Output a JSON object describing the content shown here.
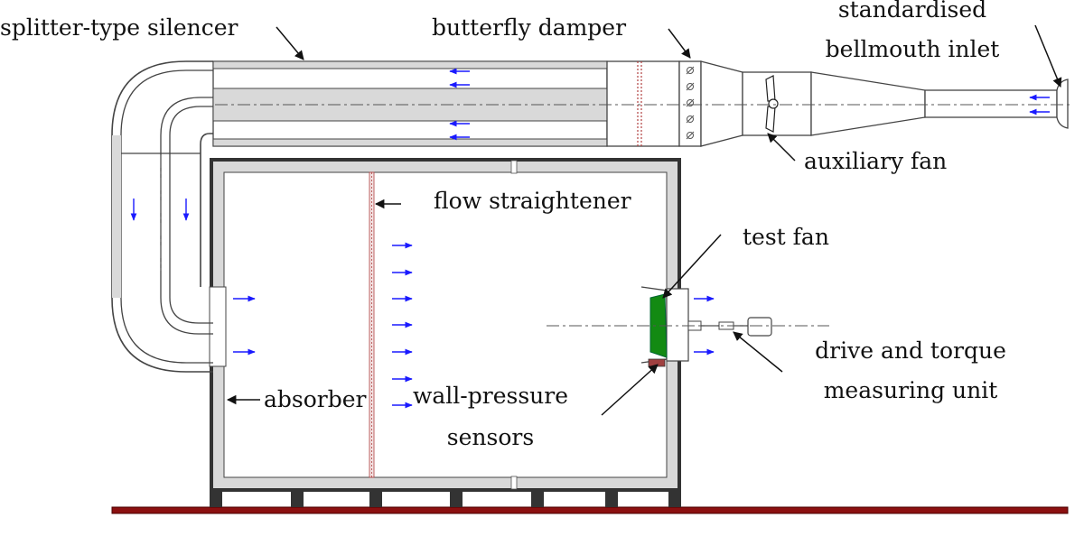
{
  "labels": {
    "silencer": "splitter-type silencer",
    "damper": "butterfly damper",
    "bellmouth_line1": "standardised",
    "bellmouth_line2": "bellmouth inlet",
    "aux_fan": "auxiliary fan",
    "straightener": "flow straightener",
    "test_fan": "test fan",
    "drive_line1": "drive and torque",
    "drive_line2": "measuring unit",
    "absorber": "absorber",
    "sensors_line1": "wall-pressure",
    "sensors_line2": "sensors"
  },
  "colors": {
    "wall_fill": "#d9d9d9",
    "outline": "#222222",
    "flow_arrow": "#1a1aff",
    "floor": "#8b1010",
    "fan_blade": "#138a13",
    "straightener": "#b04040"
  },
  "icons": {
    "flow": "blue-flow-arrow",
    "damper_blade": "butterfly-blade-icon"
  }
}
